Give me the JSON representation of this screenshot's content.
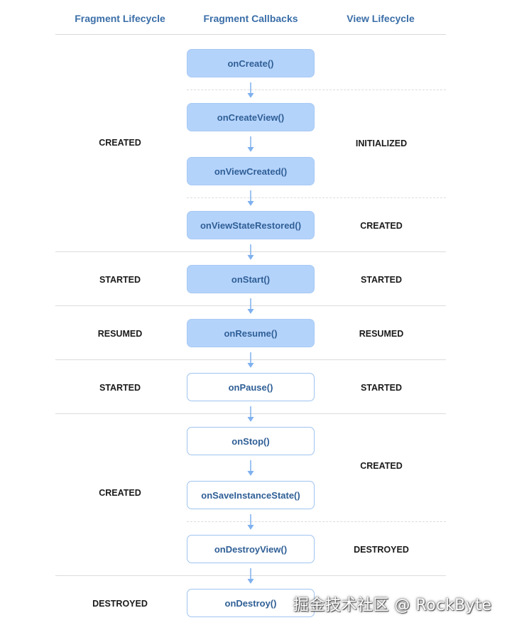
{
  "headers": {
    "fragment_lifecycle": "Fragment Lifecycle",
    "fragment_callbacks": "Fragment Callbacks",
    "view_lifecycle": "View Lifecycle"
  },
  "callbacks": [
    {
      "label": "onCreate()",
      "style": "filled"
    },
    {
      "label": "onCreateView()",
      "style": "filled"
    },
    {
      "label": "onViewCreated()",
      "style": "filled"
    },
    {
      "label": "onViewStateRestored()",
      "style": "filled"
    },
    {
      "label": "onStart()",
      "style": "filled"
    },
    {
      "label": "onResume()",
      "style": "filled"
    },
    {
      "label": "onPause()",
      "style": "outline"
    },
    {
      "label": "onStop()",
      "style": "outline"
    },
    {
      "label": "onSaveInstanceState()",
      "style": "outline"
    },
    {
      "label": "onDestroyView()",
      "style": "outline"
    },
    {
      "label": "onDestroy()",
      "style": "outline"
    }
  ],
  "fragment_states": [
    {
      "label": "CREATED"
    },
    {
      "label": "STARTED"
    },
    {
      "label": "RESUMED"
    },
    {
      "label": "STARTED"
    },
    {
      "label": "CREATED"
    },
    {
      "label": "DESTROYED"
    }
  ],
  "view_states": [
    {
      "label": "INITIALIZED"
    },
    {
      "label": "CREATED"
    },
    {
      "label": "STARTED"
    },
    {
      "label": "RESUMED"
    },
    {
      "label": "STARTED"
    },
    {
      "label": "CREATED"
    },
    {
      "label": "DESTROYED"
    }
  ],
  "colors": {
    "header_text": "#3a6ea8",
    "box_fill": "#b4d3fb",
    "box_border": "#9fc4ef",
    "box_text": "#2f5f96",
    "arrow": "#7fb1ee",
    "separator": "#dcdcdc"
  },
  "watermark": "掘金技术社区 @ RockByte"
}
